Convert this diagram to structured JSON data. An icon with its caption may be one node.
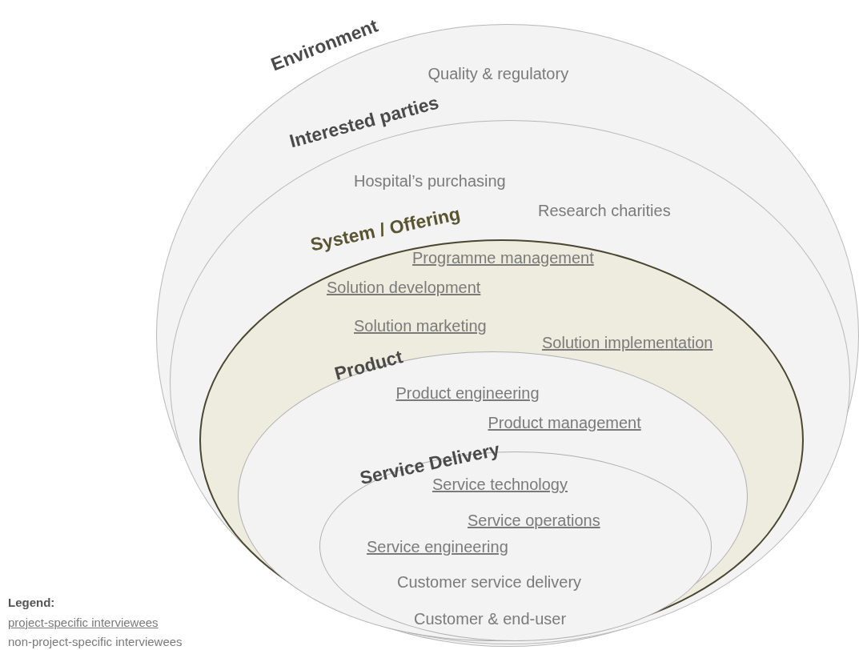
{
  "diagram": {
    "nodes": [
      {
        "text": [
          "Environment",
          "Quality & regulatory"
        ]
      },
      {
        "text": [
          "Interested parties",
          "Hospital’s purchasing",
          "Research charities"
        ],
        "in": 0
      },
      {
        "text": [
          "System / Offering",
          "Programme management",
          "Solution development",
          "Solution marketing",
          "Solution implementation"
        ],
        "in": 1
      },
      {
        "text": [
          "Product",
          "Product engineering",
          "Product management"
        ],
        "in": 2
      },
      {
        "text": [
          "Service Delivery",
          "Service technology",
          "Service operations",
          "Service engineering",
          "Customer service delivery",
          "Customer & end-user"
        ],
        "in": 3
      }
    ],
    "labels": [
      "Legend:"
    ],
    "legend": [
      {
        "text": "project-specific interviewees"
      },
      {
        "text": "non-project-specific interviewees"
      }
    ]
  }
}
